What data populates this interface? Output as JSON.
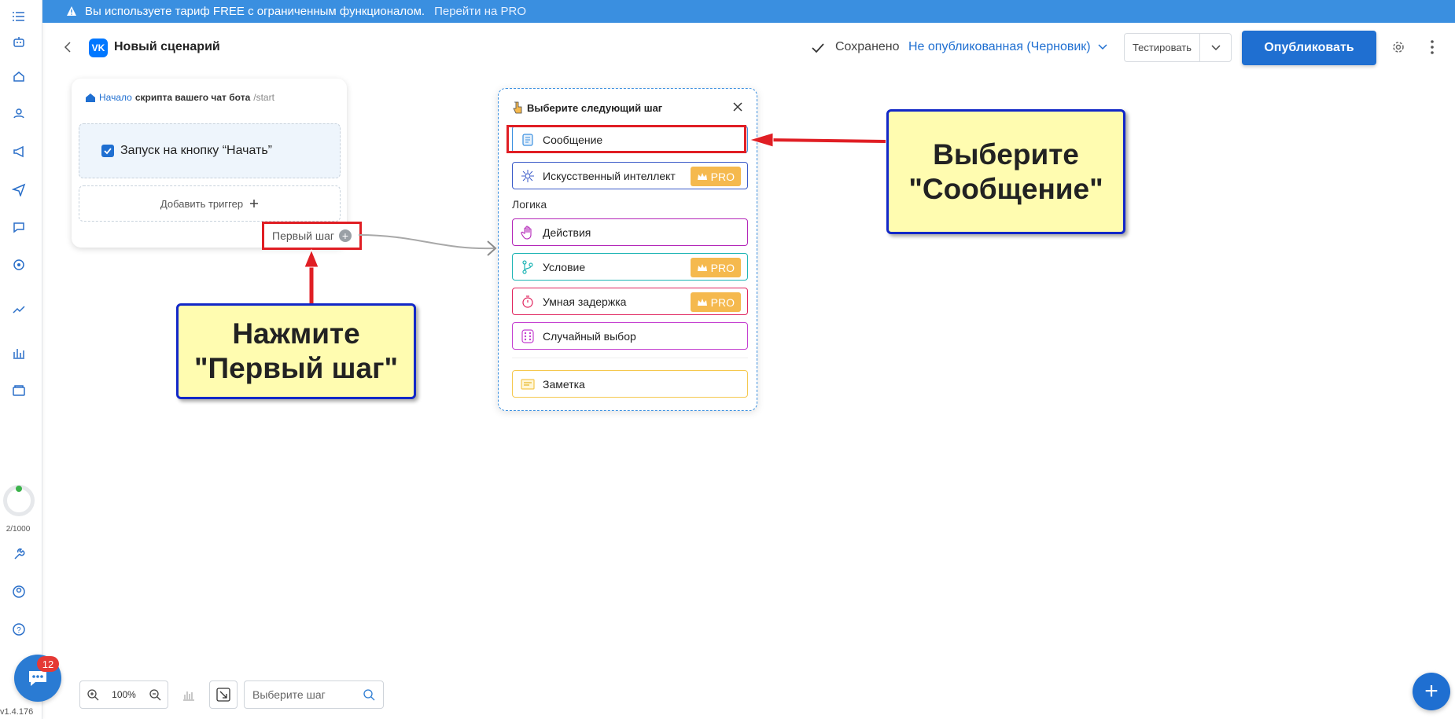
{
  "banner": {
    "text": "Вы используете тариф FREE с ограниченным функционалом.",
    "link": "Перейти на PRO",
    "color": "#3a8fe0"
  },
  "sidebar": {
    "icons": [
      "menu-icon",
      "bot-icon",
      "home-icon",
      "users-icon",
      "megaphone-icon",
      "send-icon",
      "chat-icon",
      "integration-icon",
      "trending-icon",
      "bar-chart-icon",
      "folder-icon"
    ],
    "usage": "2/1000",
    "bottom_icons": [
      "wrench-icon",
      "user-icon",
      "help-icon"
    ],
    "chat_badge": "12",
    "version": "v1.4.176"
  },
  "header": {
    "title": "Новый сценарий",
    "saved": "Сохранено",
    "status": "Не опубликованная (Черновик)",
    "test": "Тестировать",
    "publish": "Опубликовать",
    "accent": "#1f6fd1"
  },
  "start_card": {
    "start_link": "Начало",
    "heading": "скрипта вашего чат бота",
    "command": "/start",
    "trigger": "Запуск на кнопку “Начать”",
    "add_trigger": "Добавить триггер",
    "first_step": "Первый шаг"
  },
  "picker": {
    "title": "Выберите следующий шаг",
    "logic_label": "Логика",
    "options": [
      {
        "label": "Сообщение",
        "pro": false,
        "color": "#3a8fe0",
        "icon": "message-icon"
      },
      {
        "label": "Искусственный интеллект",
        "pro": true,
        "color": "#3a5ac8",
        "icon": "ai-icon"
      },
      {
        "label": "Действия",
        "pro": false,
        "color": "#b326b8",
        "icon": "hand-icon"
      },
      {
        "label": "Условие",
        "pro": true,
        "color": "#1fb5b5",
        "icon": "branch-icon"
      },
      {
        "label": "Умная задержка",
        "pro": true,
        "color": "#e0245e",
        "icon": "timer-icon"
      },
      {
        "label": "Случайный выбор",
        "pro": false,
        "color": "#c43fd0",
        "icon": "dice-icon"
      },
      {
        "label": "Заметка",
        "pro": false,
        "color": "#f5c84e",
        "icon": "note-icon"
      }
    ],
    "pro_label": "PRO"
  },
  "callouts": {
    "select_message": [
      "Выберите",
      "\"Сообщение\""
    ],
    "click_first_step": [
      "Нажмите",
      "\"Первый шаг\""
    ]
  },
  "bottom_bar": {
    "zoom": "100%",
    "search_placeholder": "Выберите шаг"
  }
}
